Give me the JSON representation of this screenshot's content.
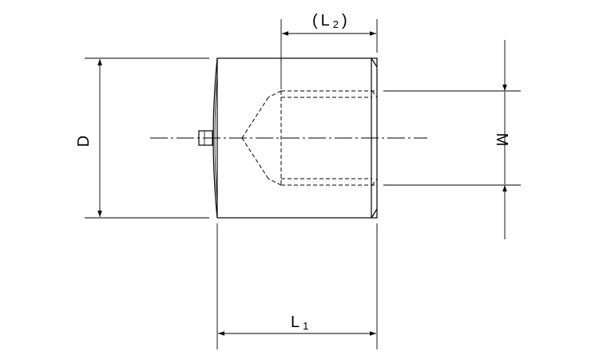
{
  "labels": {
    "d": "D",
    "m": "M",
    "l1_letter": "L",
    "l1_sub": "1",
    "l2_open": "(",
    "l2_letter": "L",
    "l2_sub": "2",
    "l2_close": ")"
  },
  "colors": {
    "line": "#000000",
    "background": "#ffffff"
  }
}
